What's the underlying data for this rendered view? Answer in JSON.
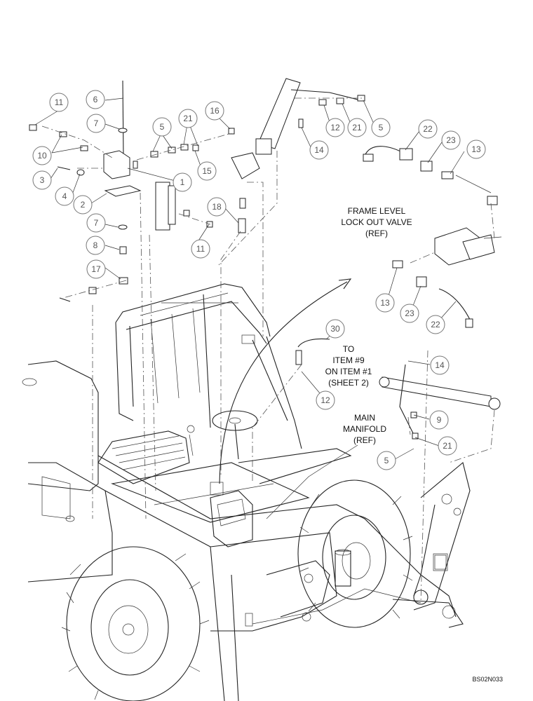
{
  "notes": {
    "frame_level_1": "FRAME LEVEL",
    "frame_level_2": "LOCK OUT VALVE",
    "frame_level_3": "(REF)",
    "to_1": "TO",
    "to_2": "ITEM #9",
    "to_3": "ON ITEM #1",
    "to_4": "(SHEET 2)",
    "main_1": "MAIN",
    "main_2": "MANIFOLD",
    "main_3": "(REF)"
  },
  "drawing_code": "BS02N033",
  "callouts": [
    {
      "id": "c1",
      "label": "11"
    },
    {
      "id": "c2",
      "label": "6"
    },
    {
      "id": "c3",
      "label": "7"
    },
    {
      "id": "c4",
      "label": "5"
    },
    {
      "id": "c5",
      "label": "21"
    },
    {
      "id": "c6",
      "label": "16"
    },
    {
      "id": "c7",
      "label": "10"
    },
    {
      "id": "c8",
      "label": "3"
    },
    {
      "id": "c9",
      "label": "4"
    },
    {
      "id": "c10",
      "label": "1"
    },
    {
      "id": "c11",
      "label": "15"
    },
    {
      "id": "c12",
      "label": "2"
    },
    {
      "id": "c13",
      "label": "7"
    },
    {
      "id": "c14",
      "label": "8"
    },
    {
      "id": "c15",
      "label": "11"
    },
    {
      "id": "c16",
      "label": "18"
    },
    {
      "id": "c17",
      "label": "17"
    },
    {
      "id": "c18",
      "label": "12"
    },
    {
      "id": "c19",
      "label": "21"
    },
    {
      "id": "c20",
      "label": "5"
    },
    {
      "id": "c21",
      "label": "14"
    },
    {
      "id": "c22",
      "label": "22"
    },
    {
      "id": "c23",
      "label": "23"
    },
    {
      "id": "c24",
      "label": "13"
    },
    {
      "id": "c25",
      "label": "13"
    },
    {
      "id": "c26",
      "label": "23"
    },
    {
      "id": "c27",
      "label": "22"
    },
    {
      "id": "c28",
      "label": "30"
    },
    {
      "id": "c29",
      "label": "12"
    },
    {
      "id": "c30",
      "label": "14"
    },
    {
      "id": "c31",
      "label": "9"
    },
    {
      "id": "c32",
      "label": "21"
    },
    {
      "id": "c33",
      "label": "5"
    }
  ]
}
